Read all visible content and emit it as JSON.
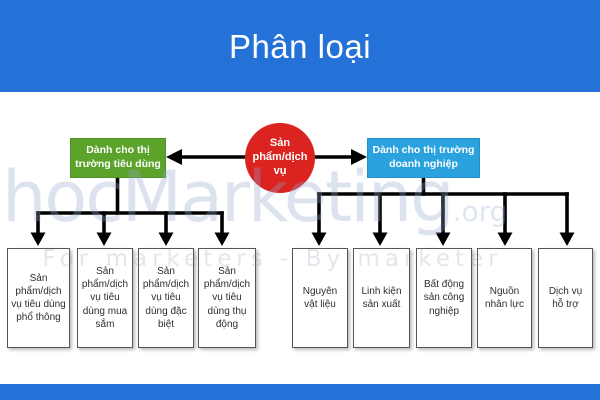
{
  "header": {
    "title": "Phân loại"
  },
  "colors": {
    "bar_blue": "#2472d7",
    "root_red": "#db231f",
    "consumer_green": "#5ba32b",
    "business_blue": "#29a2de",
    "connector_black": "#000000"
  },
  "diagram": {
    "root": {
      "label": "Sản phẩm/dịch vụ"
    },
    "branches": [
      {
        "label": "Dành cho thị trường tiêu dùng",
        "children": [
          "Sản phẩm/dịch vụ tiêu dùng phổ thông",
          "Sản phẩm/dịch vụ tiêu dùng mua sắm",
          "Sản phẩm/dịch vụ tiêu dùng đặc biệt",
          "Sản phẩm/dịch vụ tiêu dùng thụ động"
        ]
      },
      {
        "label": "Dành cho thị trường doanh nghiệp",
        "children": [
          "Nguyên vật liệu",
          "Linh kiện sản xuất",
          "Bất động sản công nghiệp",
          "Nguồn nhân lực",
          "Dịch vụ hỗ trợ"
        ]
      }
    ]
  },
  "watermark": {
    "brand": "hocMarketing",
    "tld": ".org",
    "tagline": "For marketers - By marketer"
  }
}
